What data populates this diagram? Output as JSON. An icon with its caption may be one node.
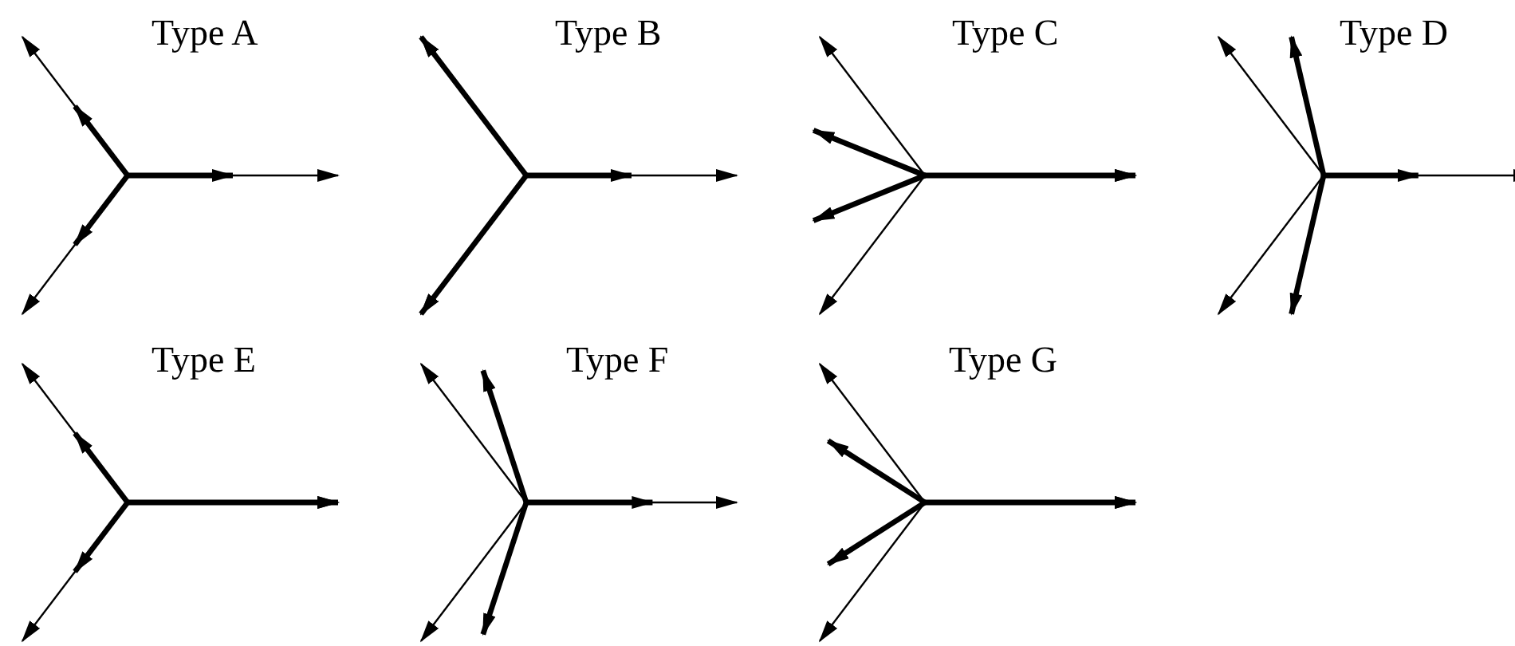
{
  "diagram": {
    "labels": [
      "Type A",
      "Type B",
      "Type C",
      "Type D",
      "Type E",
      "Type F",
      "Type G"
    ]
  }
}
